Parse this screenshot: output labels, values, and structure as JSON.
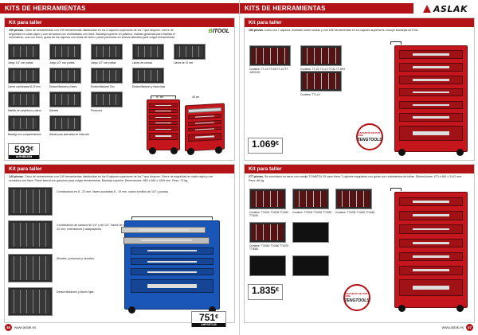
{
  "left_page": {
    "header": "KITS DE HERRAMIENTAS",
    "footer_url": "www.aslak.es",
    "page_number": "46",
    "section1": {
      "title": "Kit para taller",
      "brand": "BITOOL",
      "description_bold": "199 piezas.",
      "description": " Carro de herramientas con 199 herramientas distribuidas en los 5 cajones superiores de los 7 que dispone. Cierre de seguridad en cada cajón y con cerradura con centralizado con llave. Bandeja superior en plástico, mantas giratorias para facilitar el movimiento, una con freno, guías de los cajones con bolas de acero, panel perforado en ambos laterales para colgar herramientas.",
      "trays": [
        "Juego 1/4\" con puntas",
        "Juego 1/2\" con puntas",
        "Juego 1/2\" con puntas",
        "Llaves de carraca",
        "Llaves de 10 mm",
        "Llaves combinadas 8-22 mm",
        "Destornilladores y llaves",
        "Destornilladores Torx",
        "Destornilladores y llaves fijas",
        "Martillo de carpintero y varios",
        "Alicates",
        "Punzones",
        "Bandeja con compartimentos",
        "Alicate para arandelas de retención"
      ],
      "price": "593",
      "currency": "€",
      "code": "AHP4B03SM",
      "dims": [
        "57 cm",
        "45 cm"
      ]
    },
    "section2": {
      "title": "Kit para taller",
      "description_bold": "149 piezas.",
      "description": " Carro de herramientas con 149 herramientas distribuidas en los 6 cajones superiores de los 7 que dispone. Cierre de seguridad en cada cajón y con cerradura con llave. Panel lateral con ganchos para colgar herramientas. Bandeja superior. Dimensiones: 860 x 460 x 1000 mm. Peso: 74 kg.",
      "bullets": [
        "Combinación en 8 - 22 mm, llaves acodadas 8 - 19 mm, varios tornillos de 1/4\" y puntas.",
        "Combinación de carraca de 1/4\" y de 1/2\", llaves de vaso 6 - 32 mm, extensiones y adaptadores.",
        "Alicates, punzones y cinceles.",
        "Destornilladores y llaves fijas."
      ],
      "price": "751",
      "currency": "€",
      "code": "AHPSET149"
    }
  },
  "right_page": {
    "header": "KITS DE HERRAMIENTAS",
    "brand_logo": "ASLAK",
    "footer_url": "www.aslak.es",
    "page_number": "47",
    "section3": {
      "title": "Kit para taller",
      "description_bold": "156 piezas.",
      "description": " Carro con 7 cajones, montado sobre ruedas y con 156 herramientas en los cajones superiores. Incluye bandejas de EVA.",
      "trays": [
        "Contiene: TT-1/4 TT-3/8 TT-1/2 TT-JUEGOS",
        "Contiene: TT-1/2 TT-LLV TT-AL TT-DES",
        "Contiene: TT-LLV"
      ],
      "price": "1.069",
      "currency": "€",
      "seal_ring": "GARANTÍA DE POR VIDA",
      "seal_brand": "TENGTOOLS"
    },
    "section4": {
      "title": "Kit para taller",
      "description_bold": "277 piezas.",
      "description": " Se suministra en carro con manija TCW807N. El carro tiene 7 cajones equipados con guías con rodamientos de bolas. Dimensiones: 473 x 681 x 1141 mm. Peso: 86 kg.",
      "trays": [
        "Contiene: TT4001 TT4009 TT4020 TT4030",
        "Contiene: TT4031 TT4032 TT4033",
        "Contiene: TT4035 TT4040 TT4045",
        "Contiene: TT4050 TT4060 TT4070 TT4080"
      ],
      "price": "1.835",
      "currency": "€",
      "seal_ring": "GARANTÍA DE POR VIDA",
      "seal_brand": "TENGTOOLS"
    }
  }
}
